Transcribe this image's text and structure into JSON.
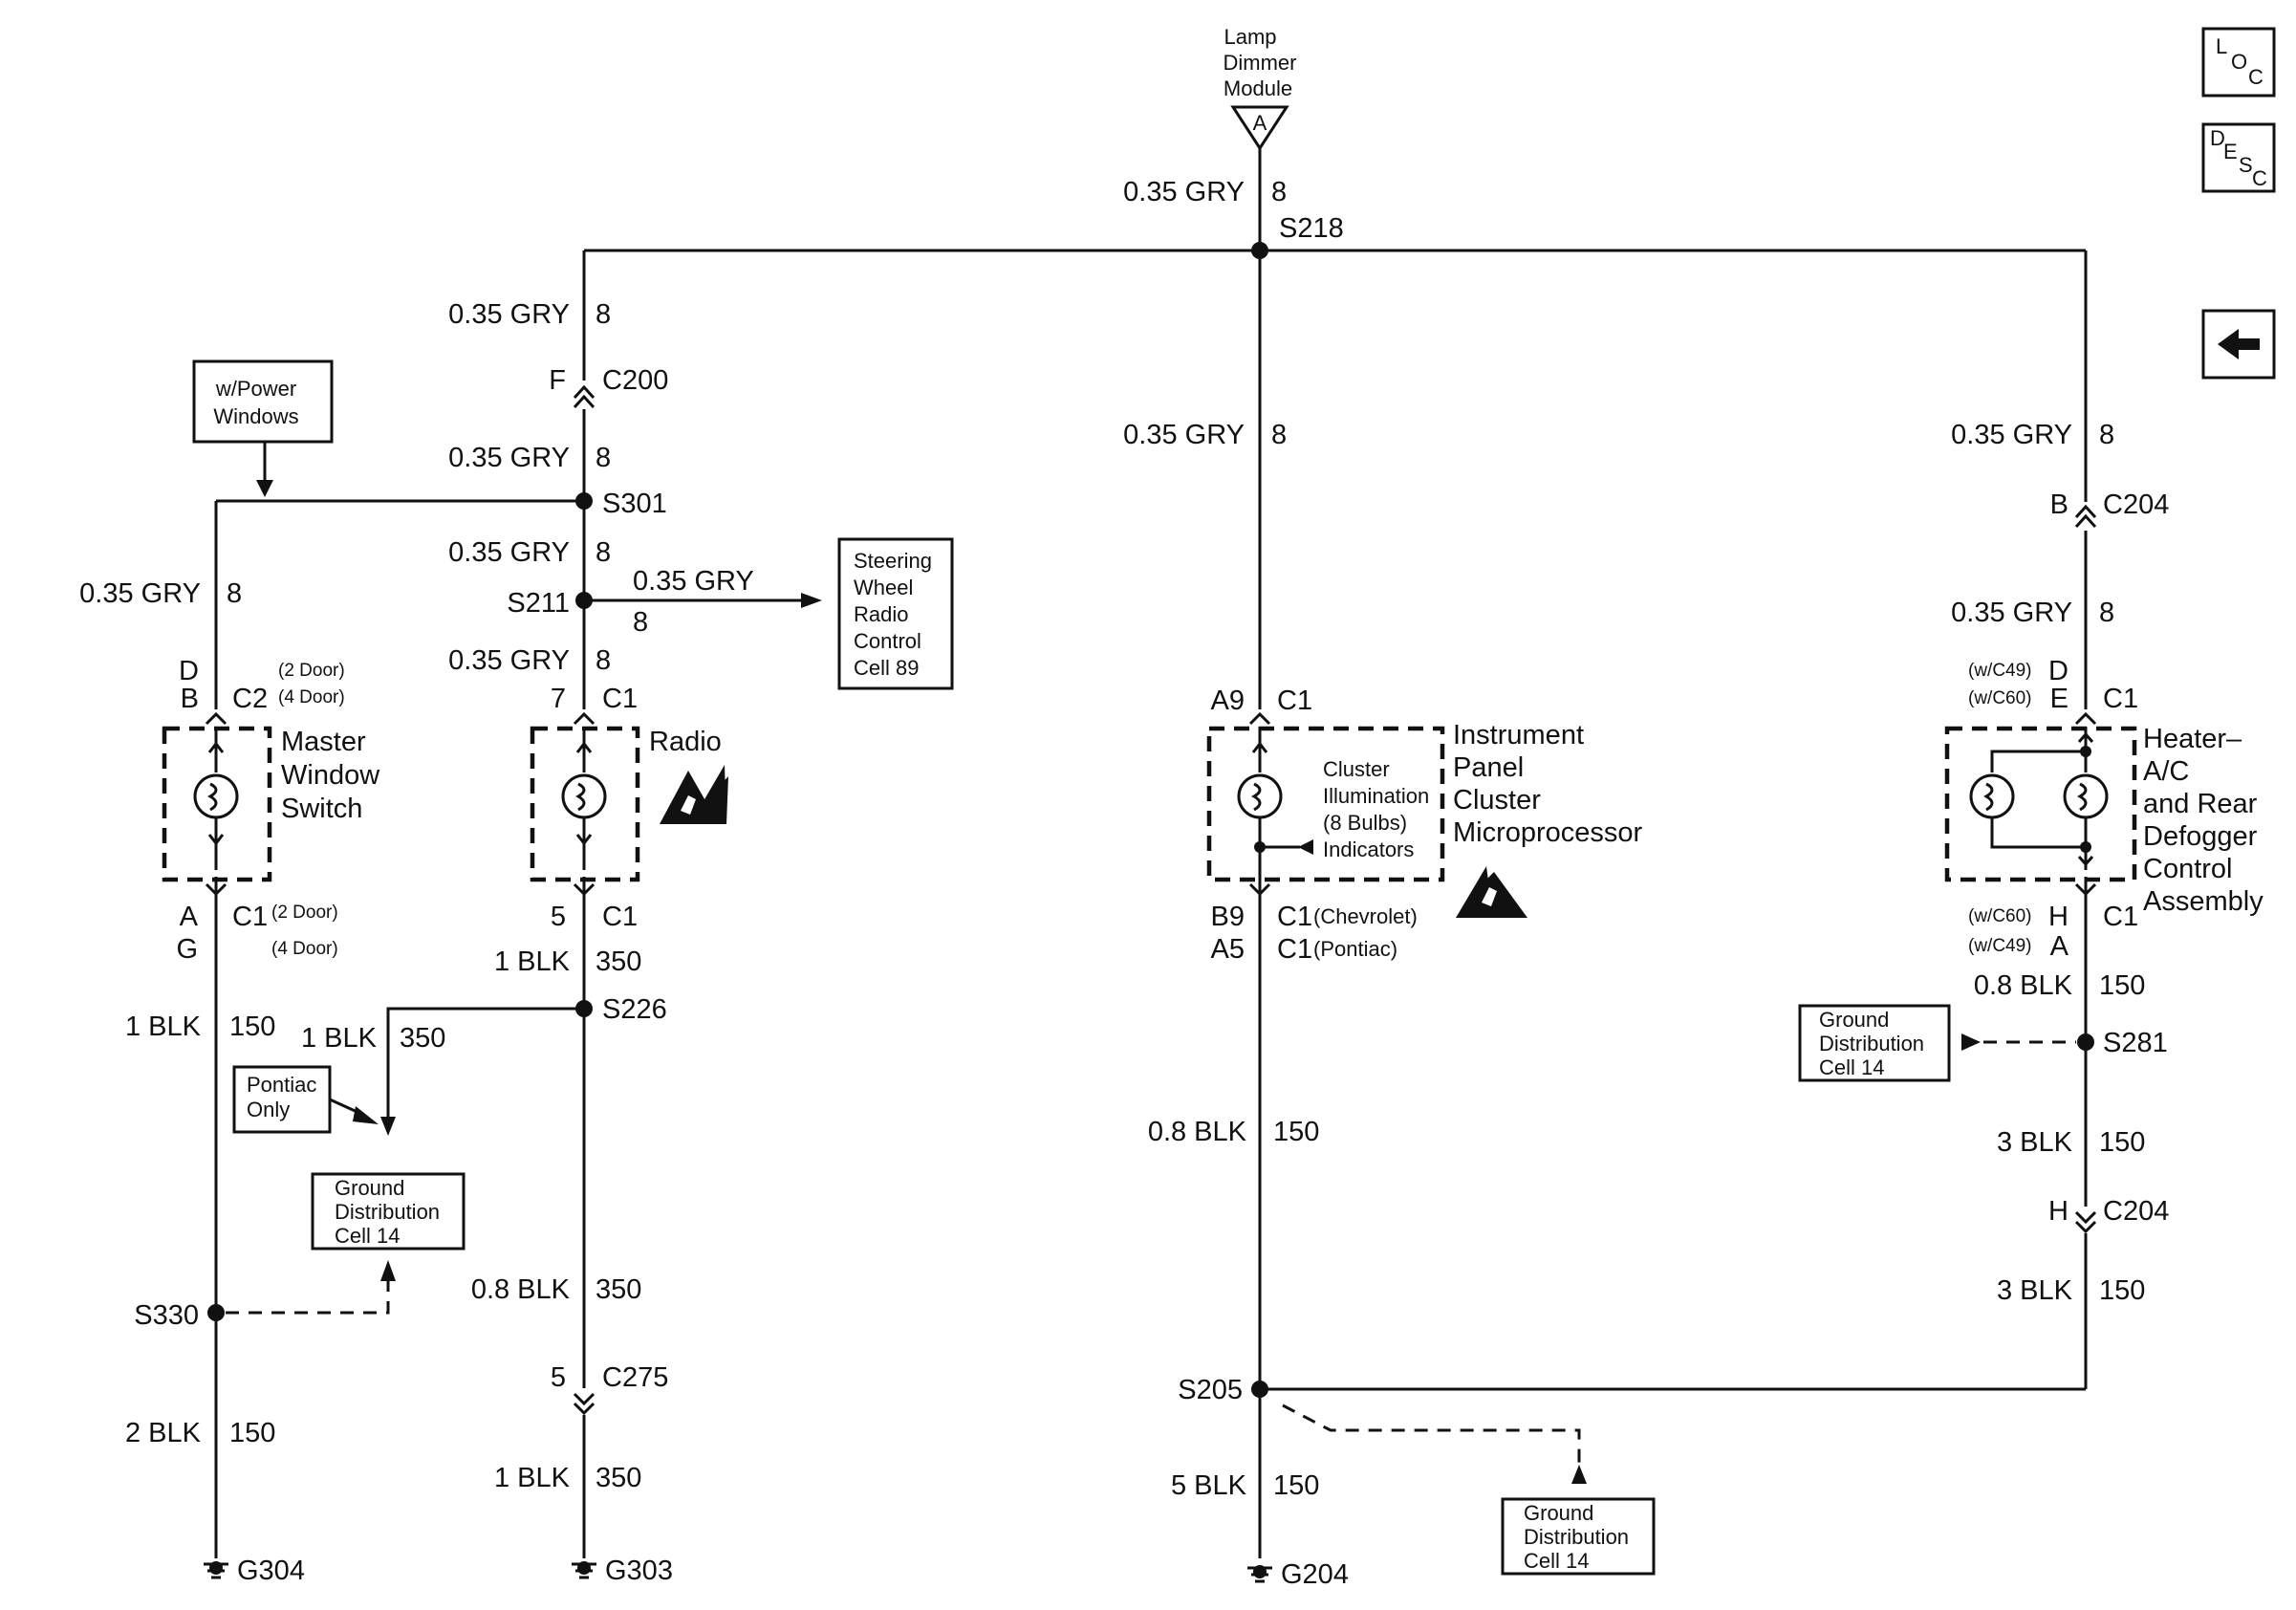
{
  "nav": {
    "loc_label": "LOC",
    "desc_label": "DESC",
    "back_icon": "left-arrow-icon"
  },
  "lamp_dimmer": {
    "line1": "Lamp",
    "line2": "Dimmer",
    "line3": "Module",
    "pin": "A",
    "wire_size": "0.35 GRY",
    "wire_circuit": "8",
    "splice": "S218"
  },
  "left_branch": {
    "wire1_size": "0.35 GRY",
    "wire1_circuit": "8",
    "conn_c200_pin": "F",
    "conn_c200": "C200",
    "wire2_size": "0.35 GRY",
    "wire2_circuit": "8",
    "splice_s301": "S301",
    "power_windows_l1": "w/Power",
    "power_windows_l2": "Windows",
    "wire3_size": "0.35 GRY",
    "wire3_circuit": "8",
    "splice_s211": "S211",
    "steering_wire_size": "0.35 GRY",
    "steering_wire_circuit": "8",
    "steering_l1": "Steering",
    "steering_l2": "Wheel",
    "steering_l3": "Radio",
    "steering_l4": "Control",
    "steering_l5": "Cell 89",
    "wire4_size": "0.35 GRY",
    "wire4_circuit": "8"
  },
  "master_window": {
    "wire_size": "0.35 GRY",
    "wire_circuit": "8",
    "pin_top_2door": "D",
    "pin_top_4door": "B",
    "conn_top": "C2",
    "note_2door": "(2 Door)",
    "note_4door": "(4 Door)",
    "name_l1": "Master",
    "name_l2": "Window",
    "name_l3": "Switch",
    "pin_bot_2door": "A",
    "pin_bot_4door": "G",
    "conn_bot": "C1",
    "note_bot_2door": "(2 Door)",
    "note_bot_4door": "(4 Door)",
    "wire_out_size": "1 BLK",
    "wire_out_circuit": "150",
    "splice_s330": "S330",
    "wire_gnd_size": "2 BLK",
    "wire_gnd_circuit": "150",
    "ground": "G304"
  },
  "radio": {
    "pin_top": "7",
    "conn_top": "C1",
    "name": "Radio",
    "pin_bot": "5",
    "conn_bot": "C1",
    "wire1_size": "1 BLK",
    "wire1_circuit": "350",
    "splice_s226": "S226",
    "branch_size": "1 BLK",
    "branch_circuit": "350",
    "pontiac_l1": "Pontiac",
    "pontiac_l2": "Only",
    "gd_l1": "Ground",
    "gd_l2": "Distribution",
    "gd_l3": "Cell 14",
    "wire2_size": "0.8 BLK",
    "wire2_circuit": "350",
    "conn_c275_pin": "5",
    "conn_c275": "C275",
    "wire3_size": "1 BLK",
    "wire3_circuit": "350",
    "ground": "G303"
  },
  "cluster": {
    "wire_size": "0.35 GRY",
    "wire_circuit": "8",
    "pin_top": "A9",
    "conn_top": "C1",
    "inner_l1": "Cluster",
    "inner_l2": "Illumination",
    "inner_l3": "(8 Bulbs)",
    "inner_l4": "Indicators",
    "name_l1": "Instrument",
    "name_l2": "Panel",
    "name_l3": "Cluster",
    "name_l4": "Microprocessor",
    "pin_bot_chev": "B9",
    "conn_bot_chev": "C1",
    "note_chev": "(Chevrolet)",
    "pin_bot_pont": "A5",
    "conn_bot_pont": "C1",
    "note_pont": "(Pontiac)",
    "wire2_size": "0.8 BLK",
    "wire2_circuit": "150",
    "splice_s205": "S205",
    "wire3_size": "5 BLK",
    "wire3_circuit": "150",
    "gd_l1": "Ground",
    "gd_l2": "Distribution",
    "gd_l3": "Cell 14",
    "ground": "G204"
  },
  "heater": {
    "wire1_size": "0.35 GRY",
    "wire1_circuit": "8",
    "conn_c204_pin": "B",
    "conn_c204": "C204",
    "wire2_size": "0.35 GRY",
    "wire2_circuit": "8",
    "note_c49_top": "(w/C49)",
    "pin_c49_top": "D",
    "note_c60_top": "(w/C60)",
    "pin_c60_top": "E",
    "conn_top": "C1",
    "name_l1": "Heater–",
    "name_l2": "A/C",
    "name_l3": "and Rear",
    "name_l4": "Defogger",
    "name_l5": "Control",
    "name_l6": "Assembly",
    "note_c60_bot": "(w/C60)",
    "pin_c60_bot": "H",
    "note_c49_bot": "(w/C49)",
    "pin_c49_bot": "A",
    "conn_bot": "C1",
    "wire3_size": "0.8 BLK",
    "wire3_circuit": "150",
    "gd_l1": "Ground",
    "gd_l2": "Distribution",
    "gd_l3": "Cell 14",
    "splice_s281": "S281",
    "wire4_size": "3 BLK",
    "wire4_circuit": "150",
    "conn_c204b_pin": "H",
    "conn_c204b": "C204",
    "wire5_size": "3 BLK",
    "wire5_circuit": "150"
  }
}
